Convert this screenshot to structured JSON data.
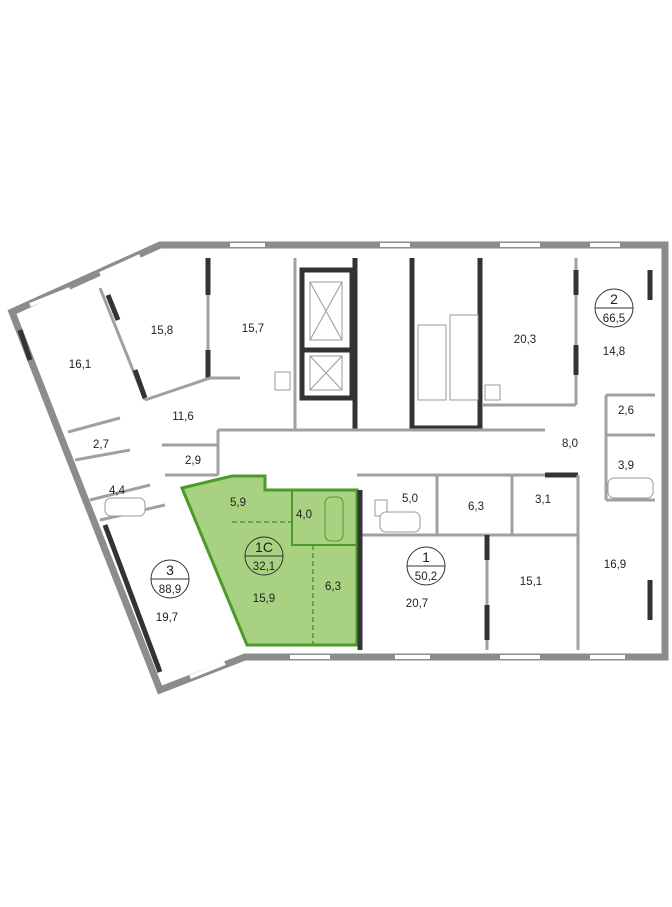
{
  "plan": {
    "colors": {
      "highlight": "#a8d181",
      "highlight_edge": "#4d9a2c",
      "wall": "#8c8c8c",
      "bearing": "#333333"
    },
    "apartments": [
      {
        "id": "3",
        "area": "88,9",
        "rooms": [
          "16,1",
          "15,8",
          "11,6",
          "2,7",
          "4,4",
          "2,9",
          "19,7"
        ]
      },
      {
        "id": "1C",
        "area": "32,1",
        "rooms": [
          "5,9",
          "4,0",
          "15,9",
          "6,3"
        ],
        "highlighted": true
      },
      {
        "id": "1",
        "area": "50,2",
        "rooms": [
          "5,0",
          "6,3",
          "3,1",
          "20,7",
          "15,1"
        ]
      },
      {
        "id": "2",
        "area": "66,5",
        "rooms": [
          "20,3",
          "14,8",
          "2,6",
          "8,0",
          "3,9",
          "16,9"
        ]
      }
    ],
    "other_rooms": [
      "15,7"
    ]
  }
}
